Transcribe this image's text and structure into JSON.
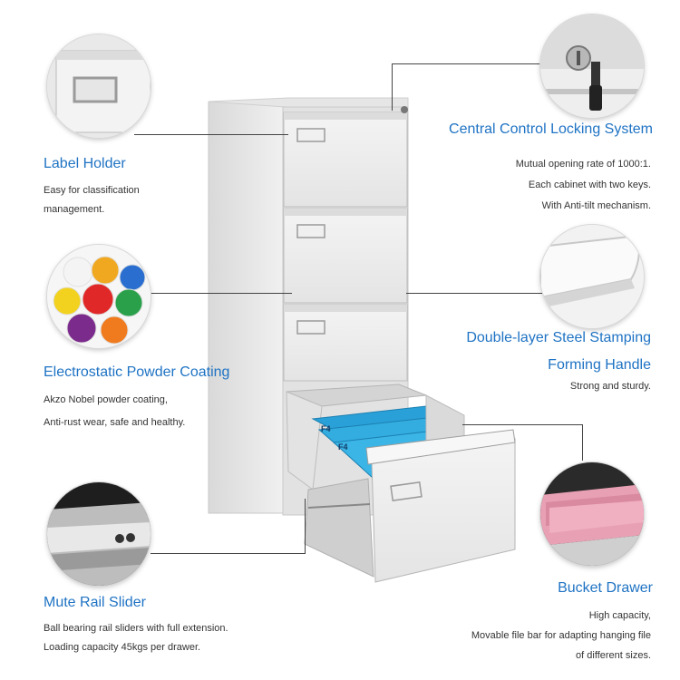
{
  "features": {
    "label_holder": {
      "title": "Label Holder",
      "desc": [
        "Easy for classification",
        "management."
      ],
      "icon": "label-holder-closeup"
    },
    "powder_coating": {
      "title": "Electrostatic Powder Coating",
      "desc": [
        "Akzo Nobel powder coating,",
        "Anti-rust wear, safe and healthy."
      ],
      "icon": "powder-pigments-closeup"
    },
    "rail_slider": {
      "title": "Mute Rail Slider",
      "desc": [
        "Ball bearing rail sliders with full extension.",
        "Loading capacity 45kgs per drawer."
      ],
      "icon": "rail-slider-closeup"
    },
    "locking": {
      "title": "Central Control Locking System",
      "desc": [
        "Mutual opening rate of 1000:1.",
        "Each cabinet with two keys.",
        "With Anti-tilt mechanism."
      ],
      "icon": "lock-key-closeup"
    },
    "handle": {
      "title": [
        "Double-layer Steel Stamping",
        "Forming Handle"
      ],
      "desc": [
        "Strong and sturdy."
      ],
      "icon": "handle-closeup"
    },
    "bucket": {
      "title": "Bucket Drawer",
      "desc": [
        "High capacity,",
        "Movable file bar for adapting hanging file",
        "of different sizes."
      ],
      "icon": "hanging-files-closeup"
    }
  },
  "folder_label": "F4",
  "colors": {
    "accent": "#1f73c4",
    "cabinet": "#ececec",
    "folder_blue": "#2aa0d8",
    "folder_pink": "#e8a0b4"
  },
  "pigment_colors": [
    "#f4f4f4",
    "#f0a820",
    "#2a6fd0",
    "#f2d21e",
    "#e02828",
    "#2aa04a",
    "#7b2b8c",
    "#f07a1e"
  ]
}
